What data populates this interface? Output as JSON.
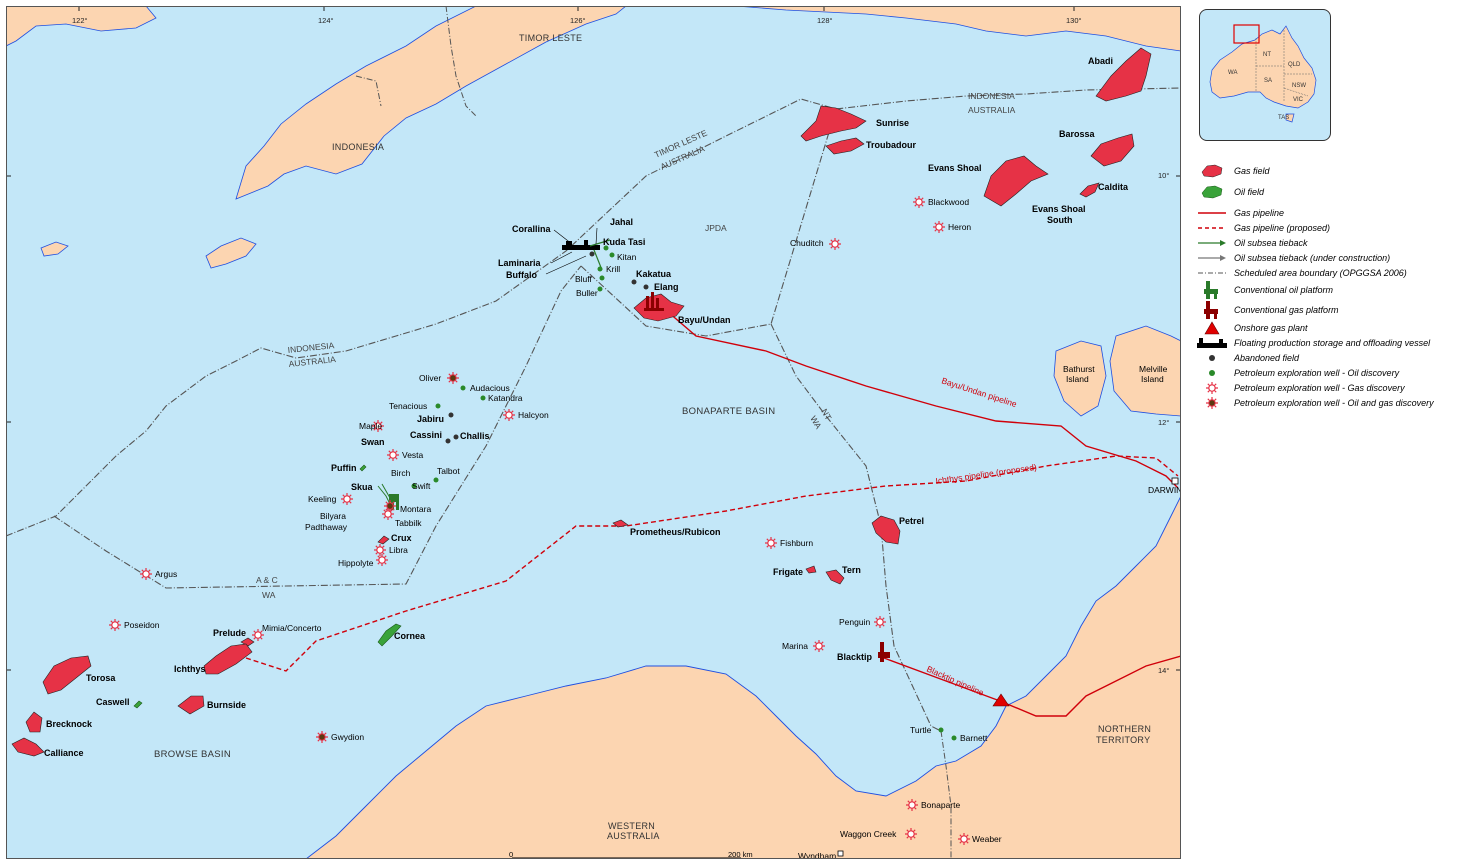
{
  "map": {
    "countries": {
      "timor_leste": "TIMOR LESTE",
      "indonesia": "INDONESIA",
      "western_australia": "WESTERN AUSTRALIA",
      "northern_territory": "NORTHERN TERRITORY"
    },
    "islands": {
      "bathurst": "Bathurst Island",
      "melville": "Melville Island"
    },
    "boundaries": {
      "timor_leste_australia": [
        "TIMOR LESTE",
        "AUSTRALIA"
      ],
      "indonesia_australia_east": [
        "INDONESIA",
        "AUSTRALIA"
      ],
      "indonesia_australia_west": [
        "INDONESIA",
        "AUSTRALIA"
      ],
      "nt_wa": [
        "NT",
        "WA"
      ],
      "ac_wa": [
        "A & C",
        "WA"
      ],
      "jpda": "JPDA"
    },
    "basins": {
      "bonaparte": "BONAPARTE BASIN",
      "browse": "BROWSE BASIN"
    },
    "cities": {
      "darwin": "DARWIN",
      "wyndham": "Wyndham"
    },
    "grid": {
      "longitudes": [
        "122°",
        "124°",
        "126°",
        "128°",
        "130°"
      ],
      "latitudes": [
        "10°",
        "12°",
        "14°"
      ]
    },
    "scale": {
      "start": "0",
      "end": "200 km"
    },
    "pipelines": {
      "bayu_undan": "Bayu/Undan pipeline",
      "ichthys": "Ichthys pipeline (proposed)",
      "blacktip": "Blacktip pipeline"
    },
    "gas_fields": [
      "Abadi",
      "Sunrise",
      "Troubadour",
      "Barossa",
      "Evans Shoal",
      "Caldita",
      "Evans Shoal South",
      "Bayu/Undan",
      "Petrel",
      "Tern",
      "Frigate",
      "Prometheus/Rubicon",
      "Torosa",
      "Brecknock",
      "Calliance",
      "Prelude",
      "Ichthys",
      "Burnside",
      "Crux",
      "Blacktip"
    ],
    "oil_fields": [
      "Cornea",
      "Caswell",
      "Kuda Tasi",
      "Jahal",
      "Puffin"
    ],
    "field_names_bold": [
      "Corallina",
      "Laminaria",
      "Buffalo",
      "Kakatua",
      "Elang",
      "Jabiru",
      "Cassini",
      "Challis",
      "Swan",
      "Skua"
    ],
    "well_names": [
      "Kitan",
      "Krill",
      "Bluff",
      "Buller",
      "Oliver",
      "Audacious",
      "Katandra",
      "Tenacious",
      "Halcyon",
      "Maple",
      "Vesta",
      "Birch",
      "Talbot",
      "Swift",
      "Keeling",
      "Montara",
      "Bilyara",
      "Padthaway",
      "Tabbilk",
      "Libra",
      "Hippolyte",
      "Argus",
      "Poseidon",
      "Mimia/Concerto",
      "Gwydion",
      "Fishburn",
      "Penguin",
      "Marina",
      "Turtle",
      "Barnett",
      "Bonaparte",
      "Waggon Creek",
      "Weaber",
      "Blackwood",
      "Heron",
      "Chuditch"
    ]
  },
  "inset": {
    "states": [
      "WA",
      "NT",
      "QLD",
      "SA",
      "NSW",
      "VIC",
      "TAS"
    ]
  },
  "legend": {
    "items": [
      {
        "id": "gas-field",
        "label": "Gas field"
      },
      {
        "id": "oil-field",
        "label": "Oil field"
      },
      {
        "id": "gas-pipeline",
        "label": "Gas pipeline"
      },
      {
        "id": "gas-pipeline-proposed",
        "label": "Gas pipeline (proposed)"
      },
      {
        "id": "oil-subsea-tieback",
        "label": "Oil subsea tieback"
      },
      {
        "id": "oil-subsea-tieback-uc",
        "label": "Oil subsea tieback (under construction)"
      },
      {
        "id": "scheduled-boundary",
        "label": "Scheduled area boundary (OPGGSA 2006)"
      },
      {
        "id": "oil-platform",
        "label": "Conventional oil platform"
      },
      {
        "id": "gas-platform",
        "label": "Conventional gas platform"
      },
      {
        "id": "onshore-plant",
        "label": "Onshore gas plant"
      },
      {
        "id": "fpso",
        "label": "Floating production storage and offloading vessel"
      },
      {
        "id": "abandoned-field",
        "label": "Abandoned field"
      },
      {
        "id": "well-oil",
        "label": "Petroleum exploration well - Oil discovery"
      },
      {
        "id": "well-gas",
        "label": "Petroleum exploration well - Gas discovery"
      },
      {
        "id": "well-oil-gas",
        "label": "Petroleum exploration well - Oil and gas discovery"
      }
    ]
  },
  "colors": {
    "sea": "#c3e7f8",
    "land": "#fcd5b1",
    "gas": "#e63246",
    "oil": "#3aa33a",
    "pipeline": "#d0000a",
    "boundary": "#555555",
    "coast": "#1f4fe0"
  }
}
